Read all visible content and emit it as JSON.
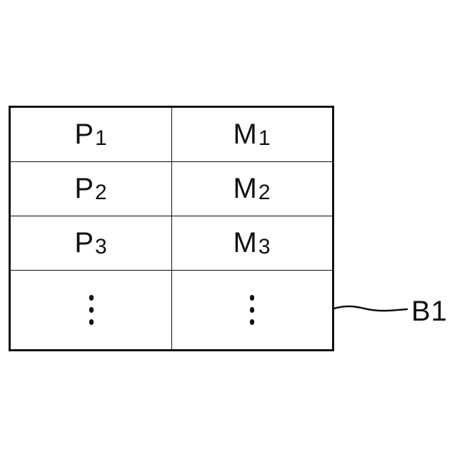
{
  "table": {
    "rows": [
      {
        "p_main": "P",
        "p_sub": "1",
        "m_main": "M",
        "m_sub": "1"
      },
      {
        "p_main": "P",
        "p_sub": "2",
        "m_main": "M",
        "m_sub": "2"
      },
      {
        "p_main": "P",
        "p_sub": "3",
        "m_main": "M",
        "m_sub": "3"
      }
    ]
  },
  "reference_label": "B1",
  "colors": {
    "line": "#111111",
    "background": "#ffffff"
  }
}
